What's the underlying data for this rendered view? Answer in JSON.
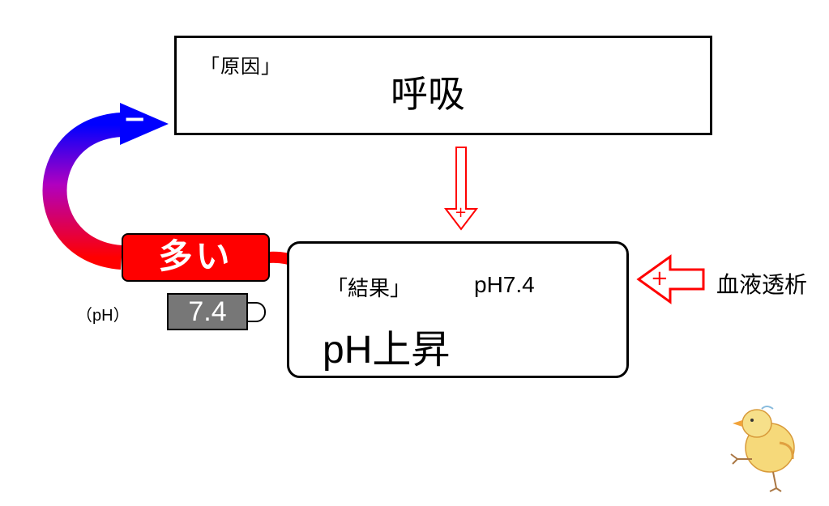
{
  "cause": {
    "label": "「原因」",
    "title": "呼吸"
  },
  "result": {
    "label": "「結果」",
    "ph_readout": "pH7.4",
    "title_ph": "pH",
    "title_rest": "上昇"
  },
  "feedback": {
    "badge": "多い",
    "meter_value": "7.4",
    "ph_label": "（pH）",
    "sign_minus": "−"
  },
  "effects": {
    "cause_to_result_sign": "+",
    "dialysis_sign": "+",
    "dialysis_label": "血液透析"
  },
  "colors": {
    "down_arrow": "#0000ff",
    "plus_arrows": "#ff0000",
    "gradient_start": "#ff0000",
    "gradient_end": "#0000ff",
    "meter": "#777777"
  },
  "icons": [
    "down-arrow-icon",
    "plus-arrow-icon",
    "feedback-arrow-icon",
    "chick-icon"
  ]
}
